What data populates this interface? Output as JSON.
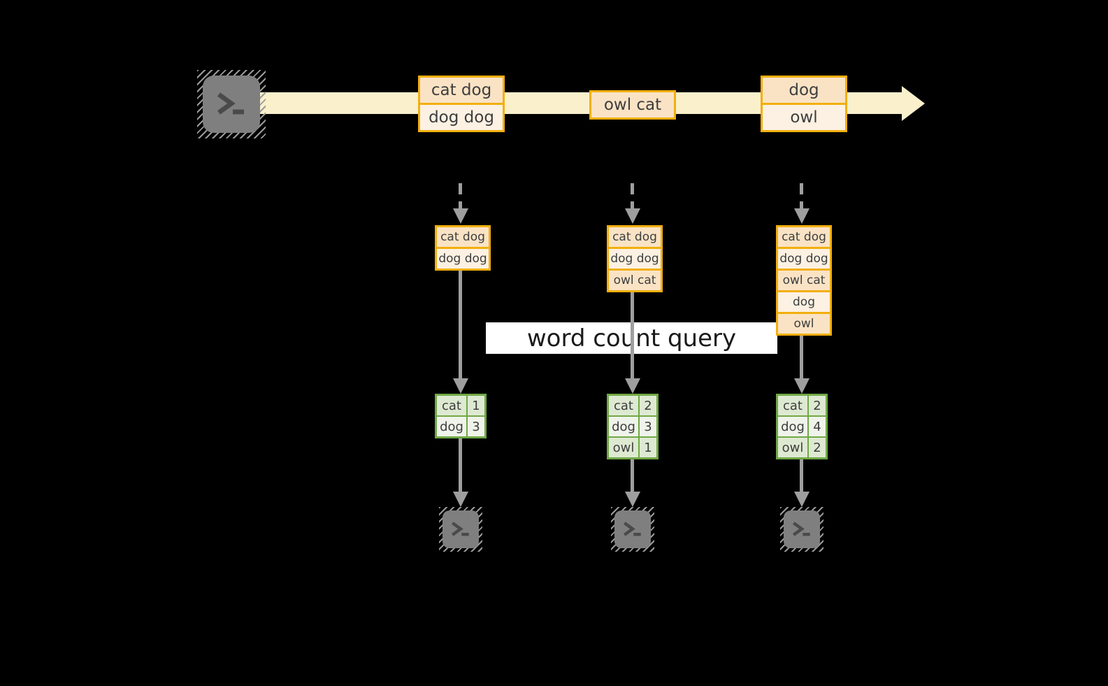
{
  "diagram": {
    "title_hint": "streaming word count",
    "banner": {
      "label": "word count query"
    },
    "stream": {
      "events": [
        {
          "rows": [
            "cat dog",
            "dog dog"
          ]
        },
        {
          "rows": [
            "owl cat"
          ]
        },
        {
          "rows": [
            "dog",
            "owl"
          ]
        }
      ]
    },
    "columns": [
      {
        "state_rows": [
          "cat dog",
          "dog dog"
        ],
        "counts": [
          {
            "word": "cat",
            "count": "1"
          },
          {
            "word": "dog",
            "count": "3"
          }
        ]
      },
      {
        "state_rows": [
          "cat dog",
          "dog dog",
          "owl cat"
        ],
        "counts": [
          {
            "word": "cat",
            "count": "2"
          },
          {
            "word": "dog",
            "count": "3"
          },
          {
            "word": "owl",
            "count": "1"
          }
        ]
      },
      {
        "state_rows": [
          "cat dog",
          "dog dog",
          "owl cat",
          "dog",
          "owl"
        ],
        "counts": [
          {
            "word": "cat",
            "count": "2"
          },
          {
            "word": "dog",
            "count": "4"
          },
          {
            "word": "owl",
            "count": "2"
          }
        ]
      }
    ],
    "icons": {
      "source": "terminal-prompt-icon",
      "sink": "terminal-prompt-icon"
    },
    "colors": {
      "event_border": "#F2AF0D",
      "event_fill_dark": "#FAE3C5",
      "event_fill_light": "#FCF1E2",
      "stream_band": "#FAF0CC",
      "table_border": "#70A845",
      "table_fill_dark": "#DEE9D2",
      "table_fill_light": "#EFF3EA",
      "arrow_gray": "#9E9E9E",
      "terminal_gray": "#7F7F7F",
      "banner_bg": "#FFFFFF",
      "background": "#000000"
    }
  }
}
